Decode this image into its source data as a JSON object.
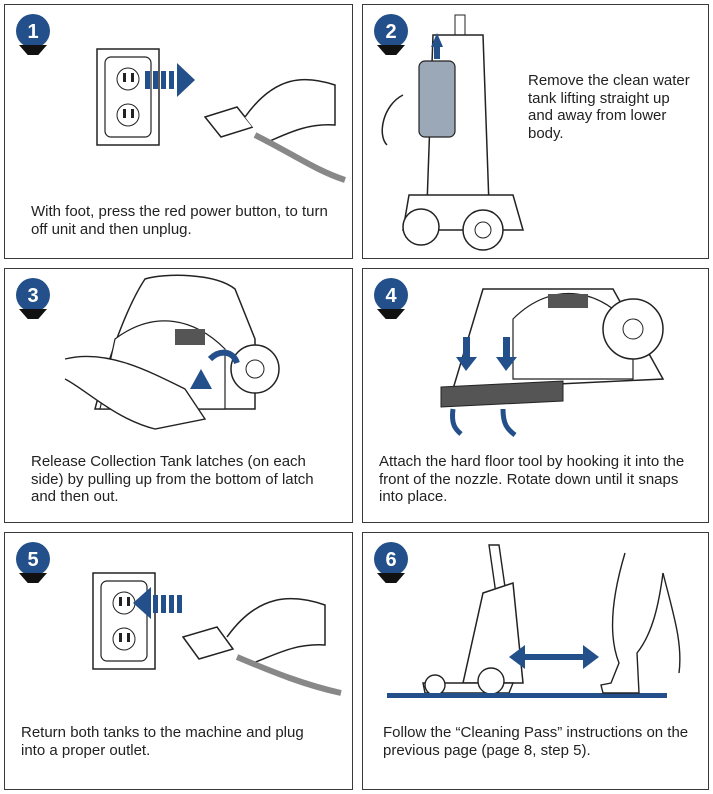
{
  "steps": [
    {
      "number": "1",
      "text": "With foot, press the red power button, to turn off unit and then unplug."
    },
    {
      "number": "2",
      "text": "Remove the clean water tank lifting straight up and away from lower body."
    },
    {
      "number": "3",
      "text": "Release Collection Tank latches (on each side) by pulling up from the bottom of latch and then out."
    },
    {
      "number": "4",
      "text": "Attach the hard floor tool by hooking it into the front of the nozzle. Rotate down until it snaps into place."
    },
    {
      "number": "5",
      "text": "Return both tanks to the machine and plug into a proper outlet."
    },
    {
      "number": "6",
      "text": "Follow the “Cleaning Pass” instructions on the previous page (page 8, step 5)."
    }
  ],
  "colors": {
    "accent": "#23508a",
    "border": "#3a3a3a"
  }
}
